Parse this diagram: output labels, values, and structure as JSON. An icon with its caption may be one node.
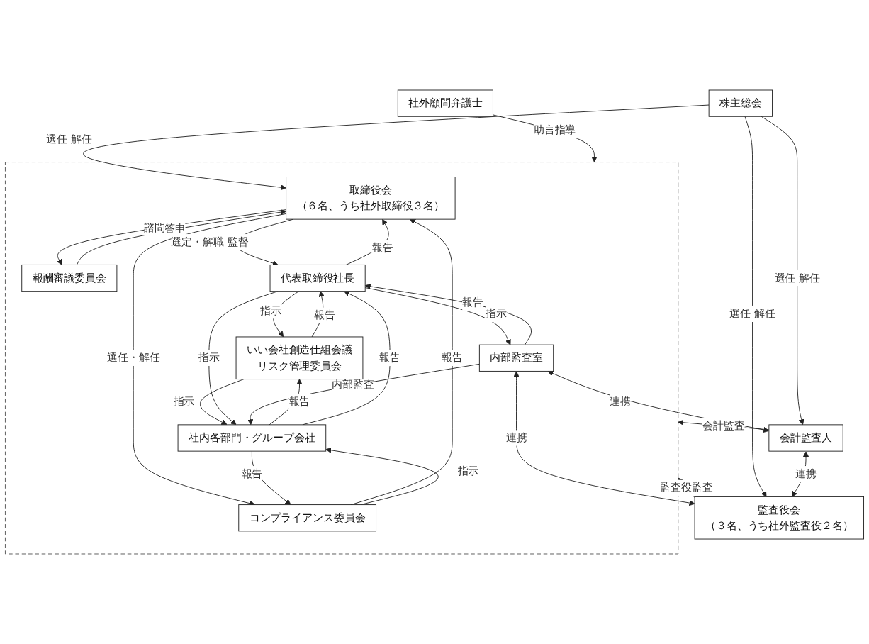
{
  "diagram": {
    "nodes": [
      {
        "text": [
          "株主総会"
        ]
      },
      {
        "text": [],
        "shape": "box"
      },
      {
        "text": [
          "取締役会",
          "（６名、うち社外取締役３名）"
        ],
        "in": 1
      },
      {
        "text": [
          "監査役会",
          "（３名、うち社外監査役２名）"
        ]
      },
      {
        "text": [
          "報酬審議委員会"
        ],
        "in": 1
      },
      {
        "text": [
          "代表取締役社長"
        ],
        "in": 1
      },
      {
        "text": [
          "いい会社創造仕組会議",
          "リスク管理委員会"
        ],
        "in": 1
      },
      {
        "text": [
          "内部監査室"
        ],
        "in": 1
      },
      {
        "text": [
          "会計監査人"
        ]
      },
      {
        "text": [
          "コンプライアンス委員会"
        ],
        "in": 1
      },
      {
        "text": [
          "社外顧問弁護士"
        ]
      },
      {
        "text": [
          "社内各部門・グループ会社"
        ],
        "in": 1
      }
    ],
    "edges": [
      {
        "from": 0,
        "to": 2,
        "arrow": "to",
        "label": "選任 解任"
      },
      {
        "from": 0,
        "to": 3,
        "arrow": "to",
        "label": "選任 解任"
      },
      {
        "from": 0,
        "to": 8,
        "arrow": "to",
        "label": "選任 解任"
      },
      {
        "from": 3,
        "to": 1,
        "arrow": "to",
        "label": "監査役監査"
      },
      {
        "from": 4,
        "to": 2,
        "arrow": "to",
        "label": "答申"
      },
      {
        "from": 2,
        "to": 4,
        "arrow": "to",
        "label": "諮問"
      },
      {
        "from": 2,
        "to": 5,
        "arrow": "to",
        "label": "選定・解職 監督"
      },
      {
        "from": 5,
        "to": 2,
        "arrow": "to",
        "label": "報告"
      },
      {
        "from": 9,
        "to": 2,
        "arrow": "to",
        "label": "報告"
      },
      {
        "from": 2,
        "to": 9,
        "arrow": "to",
        "label": "選任・解任"
      },
      {
        "from": 6,
        "to": 5,
        "arrow": "to",
        "label": "報告"
      },
      {
        "from": 5,
        "to": 6,
        "arrow": "to",
        "label": "指示"
      },
      {
        "from": 5,
        "to": 7,
        "arrow": "to",
        "label": "指示"
      },
      {
        "from": 7,
        "to": 5,
        "arrow": "to",
        "label": "報告"
      },
      {
        "from": 7,
        "to": 3,
        "arrow": "both",
        "label": "連携"
      },
      {
        "from": 8,
        "to": 3,
        "arrow": "both",
        "label": "連携"
      },
      {
        "from": 7,
        "to": 8,
        "arrow": "both",
        "label": "連携"
      },
      {
        "from": 8,
        "to": 1,
        "arrow": "to",
        "label": "会計監査"
      },
      {
        "from": 11,
        "to": 9,
        "arrow": "to",
        "label": "報告"
      },
      {
        "from": 9,
        "to": 11,
        "arrow": "to",
        "label": "指示"
      },
      {
        "from": 11,
        "to": 6,
        "arrow": "to",
        "label": "報告"
      },
      {
        "from": 6,
        "to": 11,
        "arrow": "to",
        "label": "指示"
      },
      {
        "from": 11,
        "to": 5,
        "arrow": "to",
        "label": "報告"
      },
      {
        "from": 5,
        "to": 11,
        "arrow": "to",
        "label": "指示"
      },
      {
        "from": 7,
        "to": 11,
        "arrow": "to",
        "label": "内部監査"
      },
      {
        "from": 10,
        "to": 1,
        "arrow": "to",
        "label": "助言指導"
      }
    ]
  }
}
